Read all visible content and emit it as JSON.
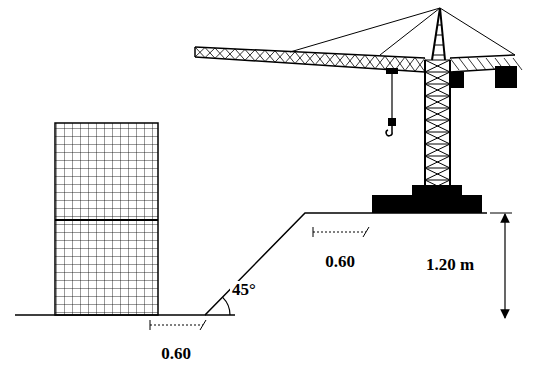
{
  "diagram": {
    "labels": [
      "0.60",
      "45°",
      "1.20 m",
      "0.60"
    ]
  }
}
